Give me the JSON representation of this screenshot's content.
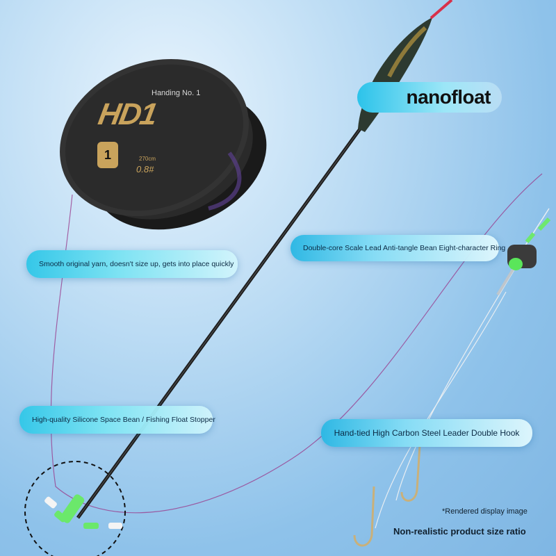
{
  "spool": {
    "label": "Handing No. 1",
    "brand": "HD1",
    "badge": "1",
    "length": "270cm",
    "size": "0.8#"
  },
  "brand": {
    "name": "nanofloat"
  },
  "callouts": {
    "yarn": "Smooth original yarn, doesn't size up, gets into place quickly",
    "lead": "Double-core Scale Lead Anti-tangle Bean Eight-character Ring",
    "stopper": "High-quality Silicone Space Bean / Fishing Float Stopper",
    "leader": "Hand-tied High Carbon Steel Leader Double Hook"
  },
  "notes": {
    "rendered": "*Rendered display image",
    "ratio": "Non-realistic product size ratio"
  },
  "colors": {
    "accent": "#35c7e8",
    "gold": "#c9a35c",
    "line": "#9a3f8f"
  }
}
